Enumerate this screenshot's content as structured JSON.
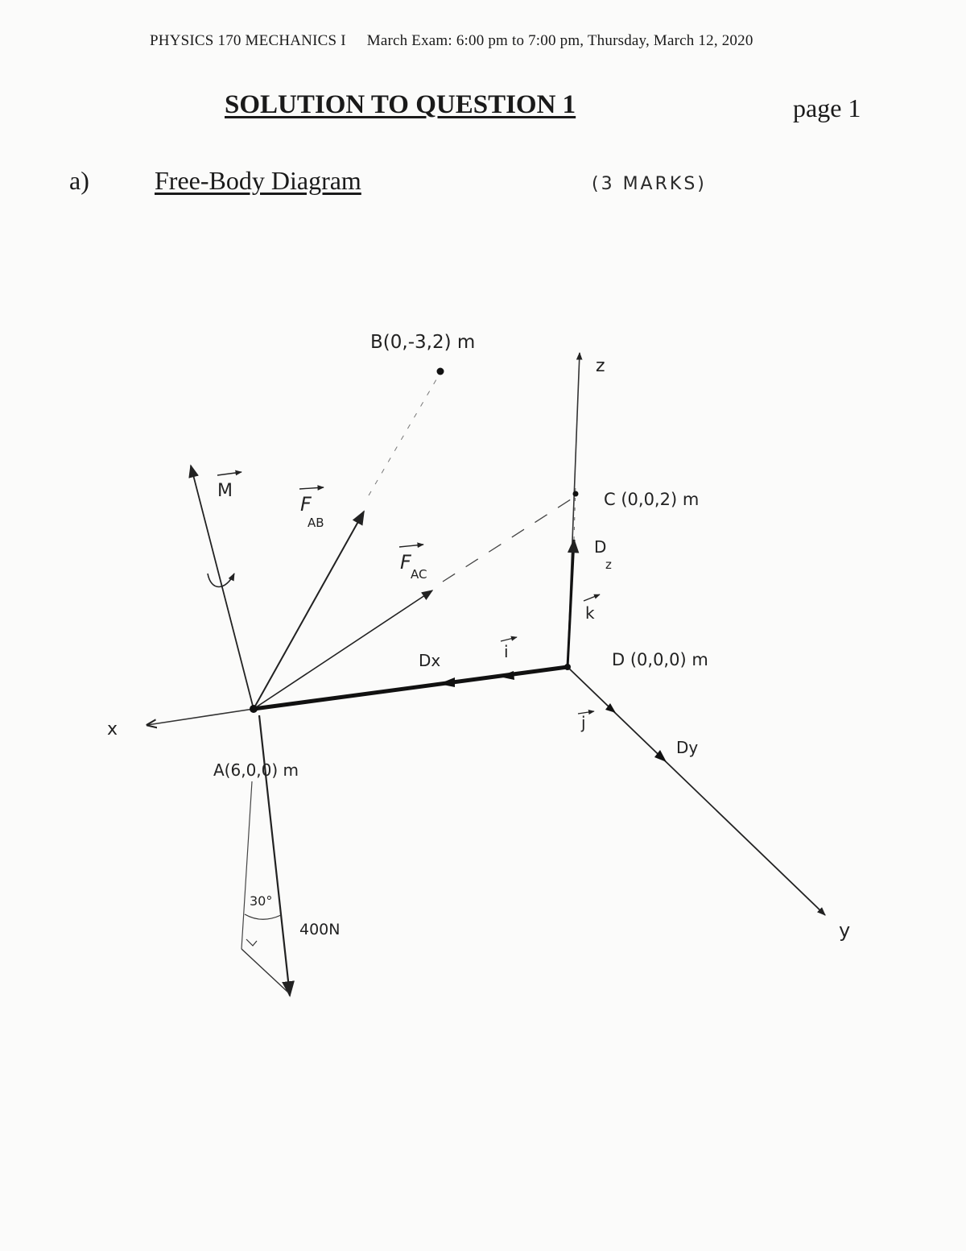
{
  "header": {
    "course": "PHYSICS 170 MECHANICS I",
    "exam": "March Exam:  6:00 pm to 7:00 pm, Thursday, March 12, 2020"
  },
  "title": "SOLUTION TO QUESTION 1",
  "page_label": "page 1",
  "part": {
    "label": "a)",
    "title": "Free-Body Diagram",
    "marks": "(3 MARKS)"
  },
  "diagram": {
    "point_B": "B(0,-3,2) m",
    "point_C": "C (0,0,2) m",
    "point_D": "D (0,0,0) m",
    "point_A": "A(6,0,0) m",
    "axis_x": "x",
    "axis_y": "y",
    "axis_z": "z",
    "vec_M": "M",
    "vec_FAB": "F",
    "vec_FAB_sub": "AB",
    "vec_FAC": "F",
    "vec_FAC_sub": "AC",
    "Dx": "Dx",
    "Dy": "Dy",
    "Dz": "D",
    "Dz_sub": "z",
    "unit_i": "i",
    "unit_j": "j",
    "unit_k": "k",
    "angle": "30°",
    "force": "400N"
  }
}
